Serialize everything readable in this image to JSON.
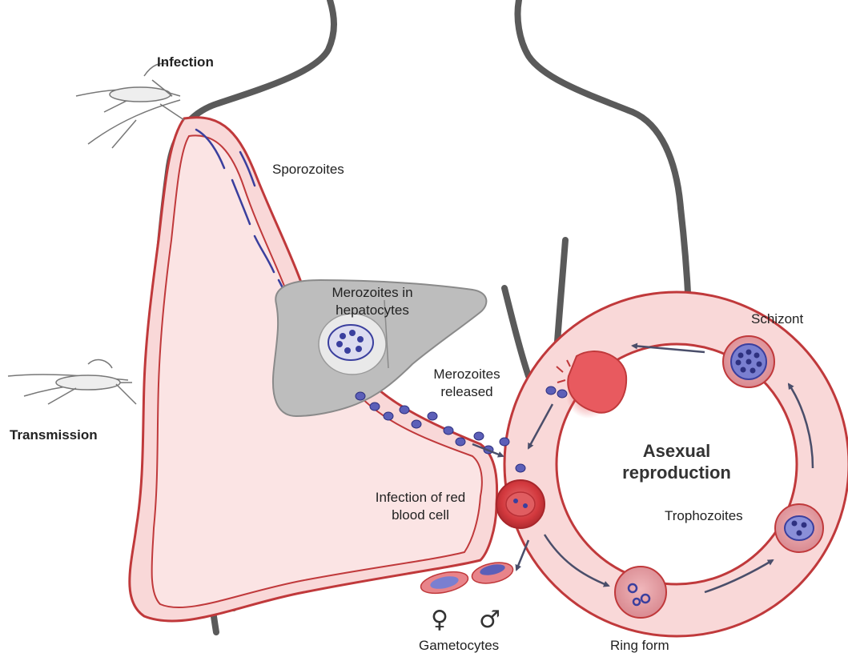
{
  "labels": {
    "infection": "Infection",
    "transmission": "Transmission",
    "sporozoites": "Sporozoites",
    "merozoites_hepatocytes_line1": "Merozoites in",
    "merozoites_hepatocytes_line2": "hepatocytes",
    "merozoites_released_line1": "Merozoites",
    "merozoites_released_line2": "released",
    "schizont": "Schizont",
    "asexual_line1": "Asexual",
    "asexual_line2": "reproduction",
    "infection_rbc_line1": "Infection of red",
    "infection_rbc_line2": "blood cell",
    "trophozoites": "Trophozoites",
    "gametocytes": "Gametocytes",
    "ring_form": "Ring form",
    "female_symbol": "♀",
    "male_symbol": "♂"
  },
  "colors": {
    "body_outline": "#5a5a5a",
    "vessel_fill": "#f9d8d8",
    "vessel_stroke": "#c0393b",
    "rbc": "#d9474b",
    "parasite": "#3a3f9e",
    "liver": "#b9b9b9",
    "arrow": "#4a4e6a"
  }
}
